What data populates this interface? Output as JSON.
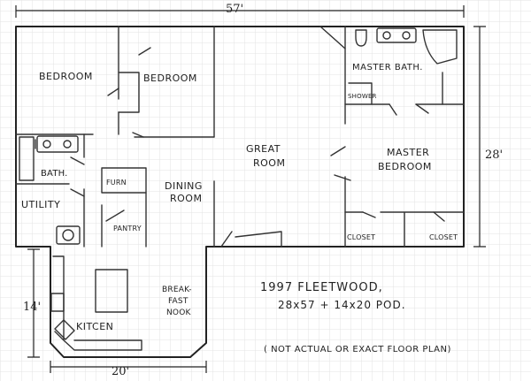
{
  "rooms": {
    "bedroom1": "BEDROOM",
    "bedroom2": "BEDROOM",
    "bath": "BATH.",
    "utility": "UTILITY",
    "furn": "FURN",
    "pantry": "PANTRY",
    "dining_1": "DINING",
    "dining_2": "ROOM",
    "great_1": "GREAT",
    "great_2": "ROOM",
    "master_bath": "MASTER BATH.",
    "shower": "SHOWER",
    "master_bed_1": "MASTER",
    "master_bed_2": "BEDROOM",
    "closet1": "CLOSET",
    "closet2": "CLOSET",
    "breakfast_1": "BREAK-",
    "breakfast_2": "FAST",
    "breakfast_3": "NOOK",
    "kitchen": "KITCEN"
  },
  "dimensions": {
    "width": "57'",
    "depth": "28'",
    "addition_depth": "14'",
    "addition_width": "20'"
  },
  "notes": {
    "title": "1997 FLEETWOOD,",
    "size": "28x57 + 14x20 POD.",
    "disclaimer": "( NOT ACTUAL OR EXACT FLOOR PLAN)"
  }
}
